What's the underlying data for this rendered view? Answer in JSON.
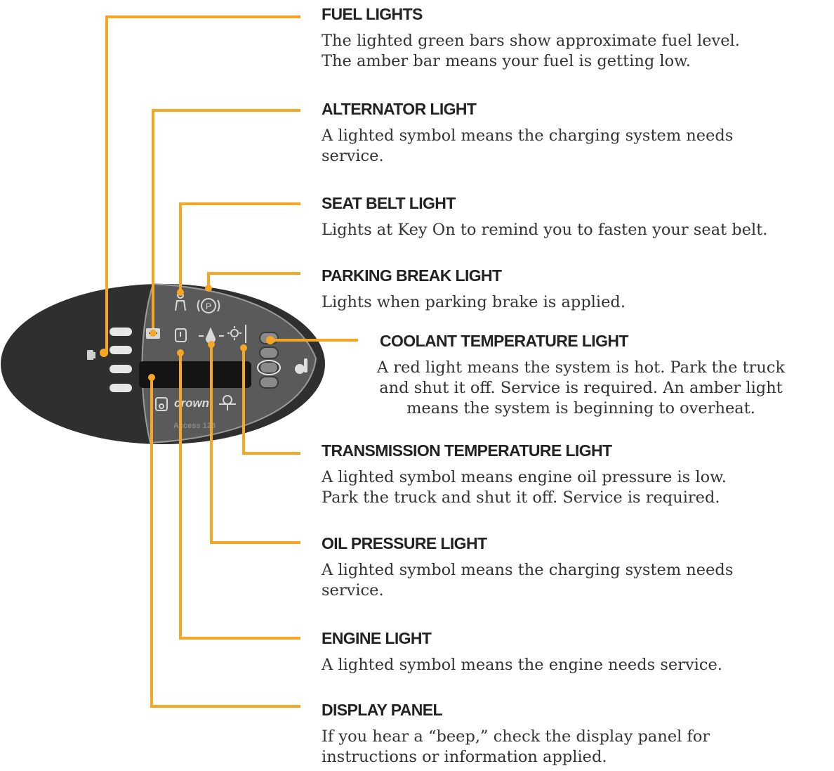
{
  "brand": {
    "logo": "crown",
    "model": "Access 123"
  },
  "colors": {
    "leader": "#F5A623",
    "panel_outer": "#2f2f2f",
    "panel_inner": "#5a5a5a",
    "indicator_icon": "#d8d8d8"
  },
  "callouts": [
    {
      "id": "fuel",
      "title": "FUEL LIGHTS",
      "description": "The lighted green bars show approximate fuel level.\nThe amber bar means your fuel is getting low."
    },
    {
      "id": "alternator",
      "title": "ALTERNATOR LIGHT",
      "description": "A lighted symbol means the charging system needs\nservice."
    },
    {
      "id": "seat_belt",
      "title": "SEAT BELT LIGHT",
      "description": "Lights at Key On to remind you to fasten your seat belt."
    },
    {
      "id": "parking_brake",
      "title": "PARKING BREAK LIGHT",
      "description": "Lights when parking brake is applied."
    },
    {
      "id": "coolant",
      "title": "COOLANT TEMPERATURE LIGHT",
      "description": "A red light means the system is hot. Park the truck\nand shut it off. Service is required. An amber light\nmeans the system is beginning to overheat."
    },
    {
      "id": "transmission",
      "title": "TRANSMISSION TEMPERATURE LIGHT",
      "description": "A lighted symbol means engine oil pressure is low.\nPark the truck and shut it off. Service is required."
    },
    {
      "id": "oil_pressure",
      "title": "OIL PRESSURE LIGHT",
      "description": "A lighted symbol means the charging system needs\nservice."
    },
    {
      "id": "engine",
      "title": "ENGINE LIGHT",
      "description": "A lighted symbol means the engine needs service."
    },
    {
      "id": "display_panel",
      "title": "DISPLAY PANEL",
      "description": "If you hear a “beep,” check the display panel for\ninstructions or information applied."
    }
  ]
}
